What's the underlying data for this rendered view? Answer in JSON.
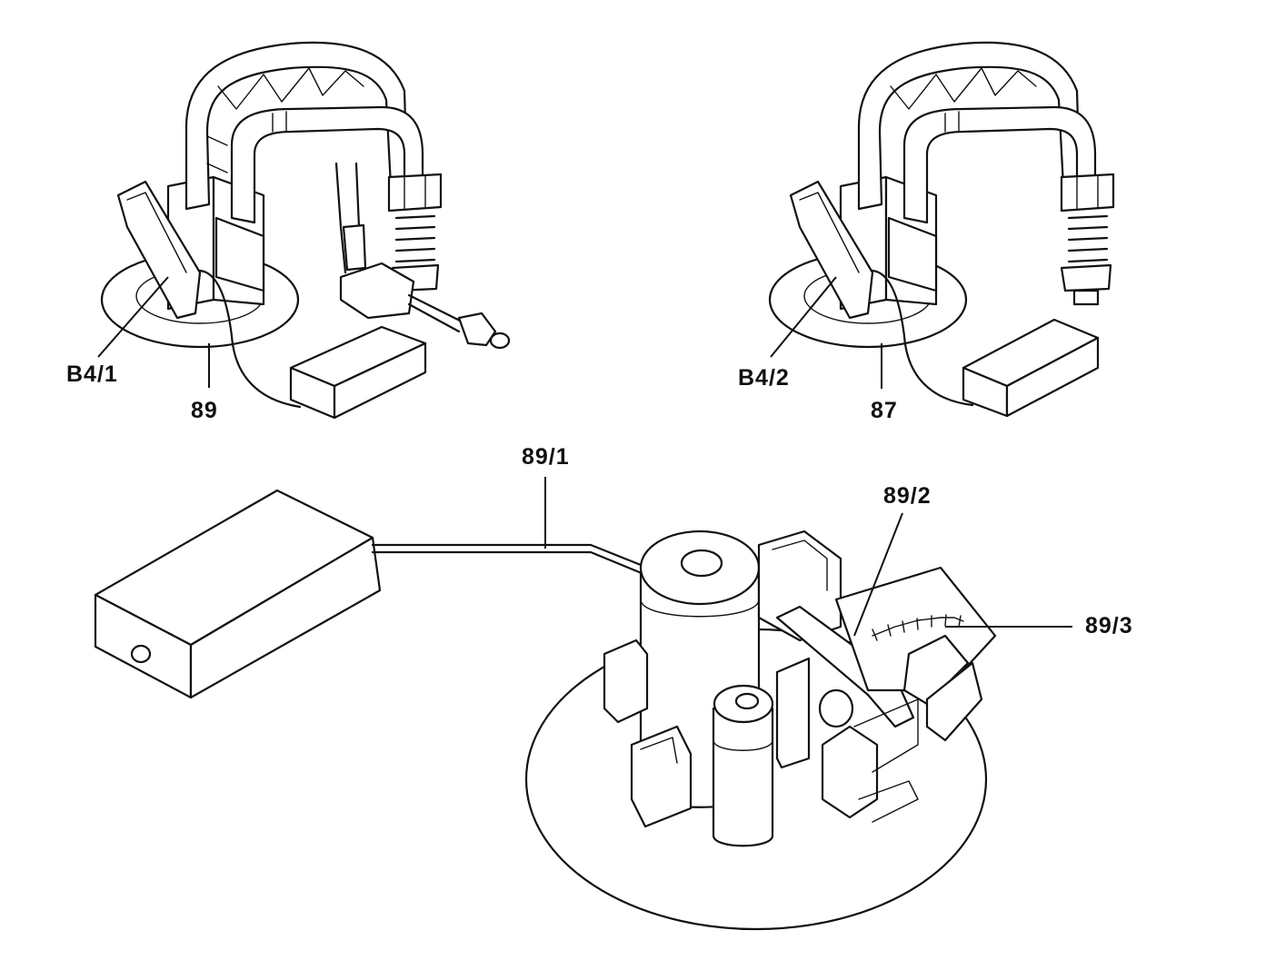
{
  "diagram": {
    "labels": {
      "b4_1": "B4/1",
      "n89": "89",
      "b4_2": "B4/2",
      "n87": "87",
      "n89_1": "89/1",
      "n89_2": "89/2",
      "n89_3": "89/3"
    },
    "stroke_color": "#111111",
    "background_color": "#ffffff"
  }
}
